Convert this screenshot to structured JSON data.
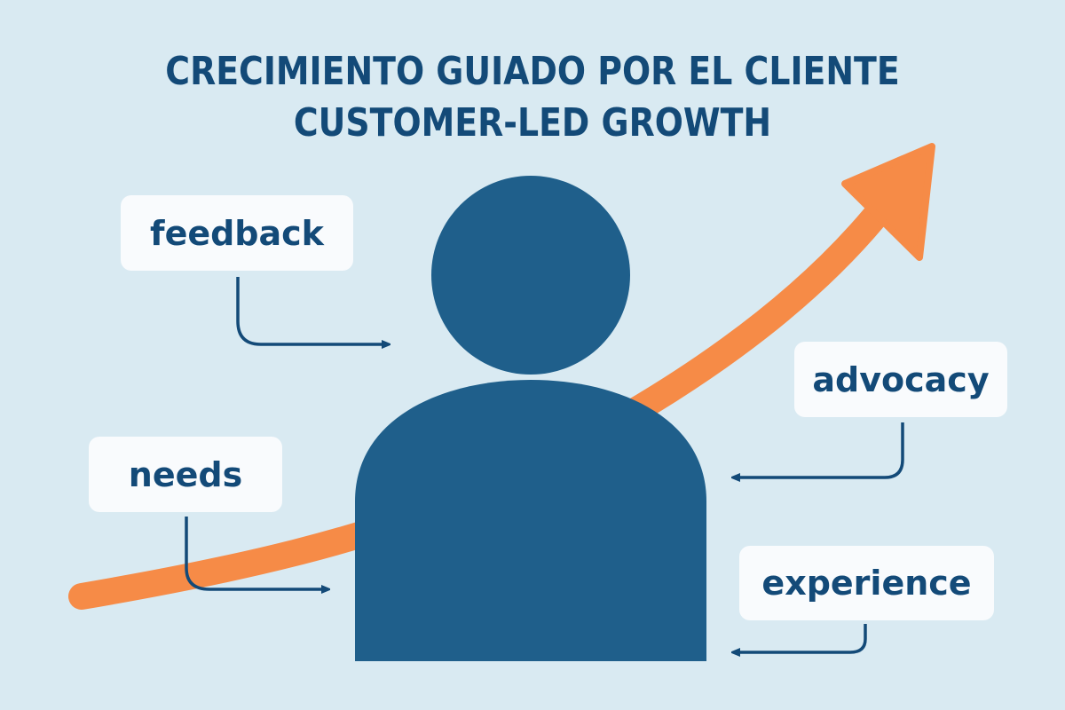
{
  "title": {
    "line1": "CRECIMIENTO GUIADO POR EL CLIENTE",
    "line2": "CUSTOMER-LED GROWTH"
  },
  "labels": {
    "feedback": "feedback",
    "needs": "needs",
    "advocacy": "advocacy",
    "experience": "experience"
  },
  "icons": {
    "person": "person-icon",
    "growth_arrow": "growth-arrow-icon"
  },
  "colors": {
    "background": "#d9eaf2",
    "title": "#134a78",
    "person": "#1f5f8b",
    "growth_arrow": "#f68b47",
    "label_bg": "#f9fbfd",
    "connector": "#134a78"
  }
}
